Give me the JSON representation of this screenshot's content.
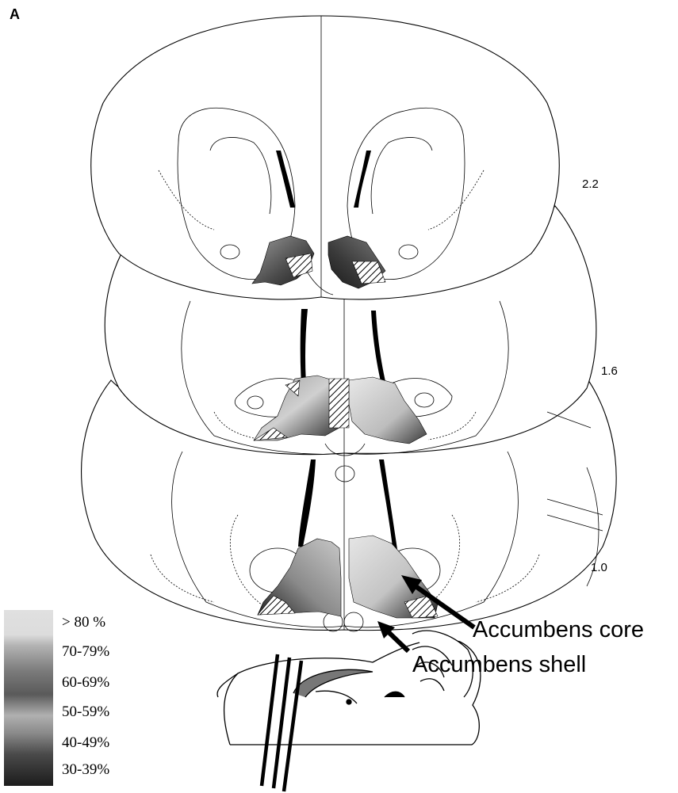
{
  "panel_label": "A",
  "section_levels": [
    "2.2",
    "1.6",
    "1.0"
  ],
  "annotations": {
    "core": "Accumbens core",
    "shell": "Accumbens shell"
  },
  "legend": [
    {
      "label": "> 80 %",
      "color": "#dedede"
    },
    {
      "label": "70-79%",
      "color": "#a9a9a9"
    },
    {
      "label": "60-69%",
      "color": "#6d6d6d"
    },
    {
      "label": "50-59%",
      "color": "#aaaaaa"
    },
    {
      "label": "40-49%",
      "color": "#4a4a4a"
    },
    {
      "label": "30-39%",
      "color": "#242424"
    }
  ]
}
